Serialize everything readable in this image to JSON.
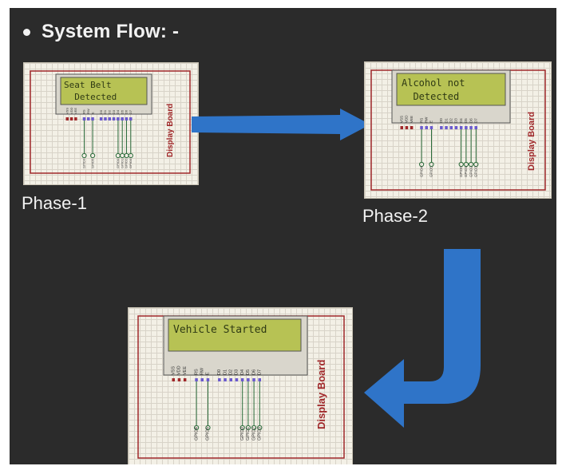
{
  "slide": {
    "title": "System Flow: -",
    "bullet_icon": "filled-circle"
  },
  "phases": [
    {
      "label": "Phase-1",
      "lcd_line1": "Seat Belt",
      "lcd_line2": "  Detected",
      "board_label": "Display Board"
    },
    {
      "label": "Phase-2",
      "lcd_line1": "Alcohol not",
      "lcd_line2": "  Detected",
      "board_label": "Display Board"
    },
    {
      "label": "",
      "lcd_line1": "Vehicle Started",
      "lcd_line2": "",
      "board_label": "Display Board"
    }
  ],
  "pin_labels": {
    "power": [
      "VSS",
      "VDD",
      "VEE"
    ],
    "control": [
      "RS",
      "RW",
      "E"
    ],
    "data": [
      "D0",
      "D1",
      "D2",
      "D3",
      "D4",
      "D5",
      "D6",
      "D7"
    ],
    "gpio_left": [
      "GPIO4",
      "GPIO5"
    ],
    "gpio_right": [
      "GPIO0",
      "GPIO1",
      "GPIO2",
      "GPIO3"
    ]
  },
  "colors": {
    "background": "#2b2b2b",
    "arrow": "#2f74c8",
    "lcd": "#b7c254",
    "board_border": "#a0282a"
  },
  "arrows": [
    "arrow-right-icon",
    "arrow-curved-down-left-icon"
  ]
}
